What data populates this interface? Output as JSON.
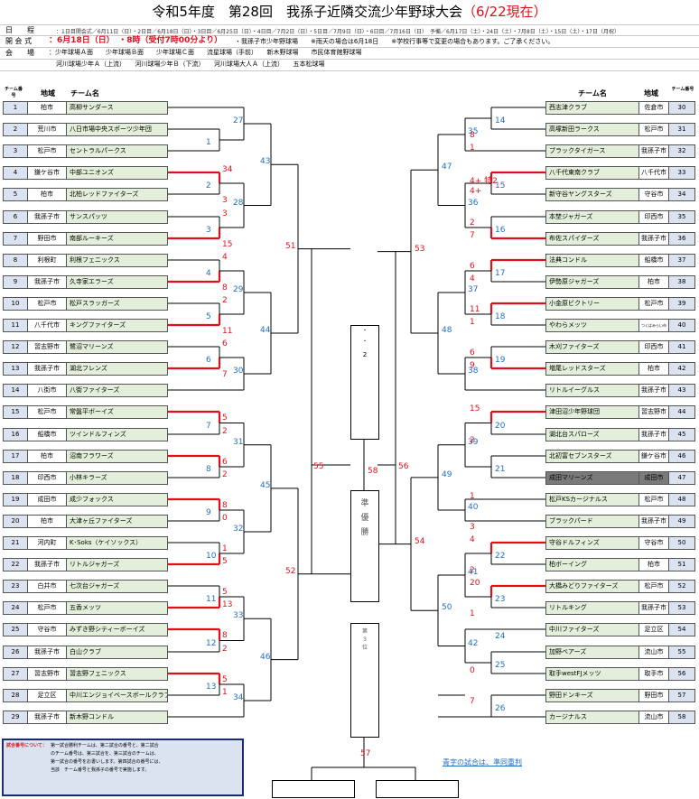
{
  "title": {
    "main": "令和5年度　第28回　我孫子近隣交流少年野球大会",
    "updated": "（6/22現在）"
  },
  "header": {
    "row1_label": "日　　程",
    "row1_value": "：1日目開会式／6月11日（日）・2日目／6月18日（日）・3日目／6月25日（日）・4日目／7月2日（日）・5日目／7月9日（日）・6日目／7月16日（日）　予備／6月17日（土）・24日（土）・7月8日（土）・15日（土）・17日（月祝）",
    "row2_label": "開 会 式",
    "row2_value_red": "：6月18日（日）　・8時（受付7時00分より）",
    "row2_value": "・我孫子市少年野球場　　※雨天の場合は6月18日　　※学校行事等で変更の場合もあります。ご了承ください。",
    "row3_label": "会　　場",
    "row3_value": "：少年球場Ａ面　　少年球場Ｂ面　　少年球場Ｃ面　　流星球場（手前）　　新木野球場　　市民体育館野球場",
    "row4_value": "河川球場少年Ａ（上流）　　河川球場少年Ｂ（下流）　　河川球場大人Ａ（上流）　　五本松球場"
  },
  "columns": {
    "num": "チーム番号",
    "area": "地域",
    "team": "チーム名"
  },
  "left_teams": [
    {
      "no": "1",
      "area": "柏市",
      "team": "高柳サンダース"
    },
    {
      "no": "2",
      "area": "荒川市",
      "team": "八日市場中央スポーツ少年団"
    },
    {
      "no": "3",
      "area": "松戸市",
      "team": "セントラルパークス"
    },
    {
      "no": "4",
      "area": "鎌ケ谷市",
      "team": "中部ユニオンズ"
    },
    {
      "no": "5",
      "area": "柏市",
      "team": "北柏レッドファイターズ"
    },
    {
      "no": "6",
      "area": "我孫子市",
      "team": "サンスパッツ"
    },
    {
      "no": "7",
      "area": "野田市",
      "team": "南部ルーキーズ"
    },
    {
      "no": "8",
      "area": "利根町",
      "team": "利根フェニックス"
    },
    {
      "no": "9",
      "area": "我孫子市",
      "team": "久寺家エラーズ"
    },
    {
      "no": "10",
      "area": "松戸市",
      "team": "松戸スラッガーズ"
    },
    {
      "no": "11",
      "area": "八千代市",
      "team": "キングファイターズ"
    },
    {
      "no": "12",
      "area": "習志野市",
      "team": "鷺沼マリーンズ"
    },
    {
      "no": "13",
      "area": "我孫子市",
      "team": "湖北フレンズ"
    },
    {
      "no": "14",
      "area": "八街市",
      "team": "八街ファイターズ"
    },
    {
      "no": "15",
      "area": "松戸市",
      "team": "常盤平ボーイズ"
    },
    {
      "no": "16",
      "area": "船橋市",
      "team": "ツインドルフィンズ"
    },
    {
      "no": "17",
      "area": "柏市",
      "team": "沼南フラワーズ"
    },
    {
      "no": "18",
      "area": "印西市",
      "team": "小林キラーズ"
    },
    {
      "no": "19",
      "area": "成田市",
      "team": "成少フォックス"
    },
    {
      "no": "20",
      "area": "柏市",
      "team": "大津ヶ丘ファイターズ"
    },
    {
      "no": "21",
      "area": "河内町",
      "team": "K･Soks（ケイソックス）"
    },
    {
      "no": "22",
      "area": "我孫子市",
      "team": "リトルジャガーズ"
    },
    {
      "no": "23",
      "area": "白井市",
      "team": "七次台ジャガーズ"
    },
    {
      "no": "24",
      "area": "松戸市",
      "team": "五香メッツ"
    },
    {
      "no": "25",
      "area": "守谷市",
      "team": "みずき野シティーボーイズ"
    },
    {
      "no": "26",
      "area": "我孫子市",
      "team": "白山クラブ"
    },
    {
      "no": "27",
      "area": "習志野市",
      "team": "習志野フェニックス"
    },
    {
      "no": "28",
      "area": "足立区",
      "team": "中川エンジョイベースボールクラブ"
    },
    {
      "no": "29",
      "area": "我孫子市",
      "team": "新木野コンドル"
    }
  ],
  "right_teams": [
    {
      "no": "30",
      "area": "佐倉市",
      "team": "西志津クラブ"
    },
    {
      "no": "31",
      "area": "松戸市",
      "team": "高塚新田ラークス"
    },
    {
      "no": "32",
      "area": "我孫子市",
      "team": "ブラックタイガース"
    },
    {
      "no": "33",
      "area": "八千代市",
      "team": "八千代東南クラブ"
    },
    {
      "no": "34",
      "area": "守谷市",
      "team": "新守谷ヤングスターズ"
    },
    {
      "no": "35",
      "area": "印西市",
      "team": "本埜ジャガーズ"
    },
    {
      "no": "36",
      "area": "我孫子市",
      "team": "布佐スパイダーズ"
    },
    {
      "no": "37",
      "area": "船橋市",
      "team": "法典コンドル"
    },
    {
      "no": "38",
      "area": "柏市",
      "team": "伊勢原ジャガーズ"
    },
    {
      "no": "39",
      "area": "松戸市",
      "team": "小金原ビクトリー"
    },
    {
      "no": "40",
      "area": "つくばみらい市",
      "team": "やわらメッツ"
    },
    {
      "no": "41",
      "area": "印西市",
      "team": "木刈ファイターズ"
    },
    {
      "no": "42",
      "area": "柏市",
      "team": "増尾レッドスターズ"
    },
    {
      "no": "43",
      "area": "我孫子市",
      "team": "リトルイーグルス"
    },
    {
      "no": "44",
      "area": "習志野市",
      "team": "津田沼少年野球団"
    },
    {
      "no": "45",
      "area": "我孫子市",
      "team": "湖北台スパローズ"
    },
    {
      "no": "46",
      "area": "鎌ケ谷市",
      "team": "北初富セブンスターズ"
    },
    {
      "no": "47",
      "area": "成田市",
      "team": "成田マリーンズ",
      "dark": true
    },
    {
      "no": "48",
      "area": "松戸市",
      "team": "松戸KSカージナルス"
    },
    {
      "no": "49",
      "area": "我孫子市",
      "team": "ブラックパード"
    },
    {
      "no": "50",
      "area": "守谷市",
      "team": "守谷ドルフィンズ"
    },
    {
      "no": "51",
      "area": "柏市",
      "team": "柏ボーイング"
    },
    {
      "no": "52",
      "area": "松戸市",
      "team": "大橋みどりファイターズ"
    },
    {
      "no": "53",
      "area": "我孫子市",
      "team": "リトルキング"
    },
    {
      "no": "54",
      "area": "足立区",
      "team": "中川ファイターズ"
    },
    {
      "no": "55",
      "area": "流山市",
      "team": "加野ベアーズ"
    },
    {
      "no": "56",
      "area": "取手市",
      "team": "取手westFJメッツ"
    },
    {
      "no": "57",
      "area": "野田市",
      "team": "野田ドンキーズ"
    },
    {
      "no": "58",
      "area": "流山市",
      "team": "カージナルス"
    }
  ],
  "game_numbers": {
    "g1": "1",
    "g2": "2",
    "g3": "3",
    "g4": "4",
    "g5": "5",
    "g6": "6",
    "g7": "7",
    "g8": "8",
    "g9": "9",
    "g10": "10",
    "g11": "11",
    "g12": "12",
    "g13": "13",
    "g14": "14",
    "g15": "15",
    "g16": "16",
    "g17": "17",
    "g18": "18",
    "g19": "19",
    "g20": "20",
    "g21": "21",
    "g22": "22",
    "g23": "23",
    "g24": "24",
    "g25": "25",
    "g26": "26",
    "g27": "27",
    "g28": "28",
    "g29": "29",
    "g30": "30",
    "g31": "31",
    "g32": "32",
    "g33": "33",
    "g34": "34",
    "g35": "35",
    "g36": "36",
    "g37": "37",
    "g38": "38",
    "g39": "39",
    "g40": "40",
    "g41": "41",
    "g42": "42",
    "g43": "43",
    "g44": "44",
    "g45": "45",
    "g46": "46",
    "g47": "47",
    "g48": "48",
    "g49": "49",
    "g50": "50",
    "g51": "51",
    "g52": "52",
    "g53": "53",
    "g54": "54",
    "g55": "55",
    "g56": "56",
    "g57": "57",
    "g58": "58"
  },
  "scores": {
    "s4": "34",
    "s5": "3",
    "s6": "3",
    "s7": "15",
    "s8": "4",
    "s9": "8",
    "s10": "2",
    "s11": "11",
    "s12": "6",
    "s13": "7",
    "s15": "5",
    "s16": "2",
    "s17": "6",
    "s18": "2",
    "s19": "8",
    "s20": "0",
    "s21": "1",
    "s22": "5",
    "s23": "5",
    "s24": "13",
    "s25": "8",
    "s26": "2",
    "s27": "5",
    "s28": "1",
    "r31": "8",
    "r32": "1",
    "r33": "4+ 特2",
    "r34": "4+",
    "r35": "2",
    "r36": "7",
    "r37": "6",
    "r38": "4",
    "r39": "11",
    "r40": "1",
    "r41": "6",
    "r42": "9",
    "r44": "15",
    "r45": "2",
    "r48": "1",
    "r49": "3",
    "r50": "4",
    "r51": "2",
    "r52": "20",
    "r53": "1",
    "r56": "0",
    "r57": "7"
  },
  "center": {
    "semi_top": "2",
    "semi_top_dots": "・\n・",
    "final_label": "準\n優\n勝",
    "third_label": "第\n３\n位"
  },
  "note": {
    "heading": "試合番号について：",
    "lines": [
      "第一試合勝利チームは、第二試合の番号と、第二試合",
      "のチーム番号は、第三試合を、第三試合のチームは、",
      "第一試合の番号をお書いします。第四試合の番号には、",
      "当該　チーム番号と我孫子の番号で実施します。"
    ]
  },
  "legend": "青字の試合は、準同重判"
}
